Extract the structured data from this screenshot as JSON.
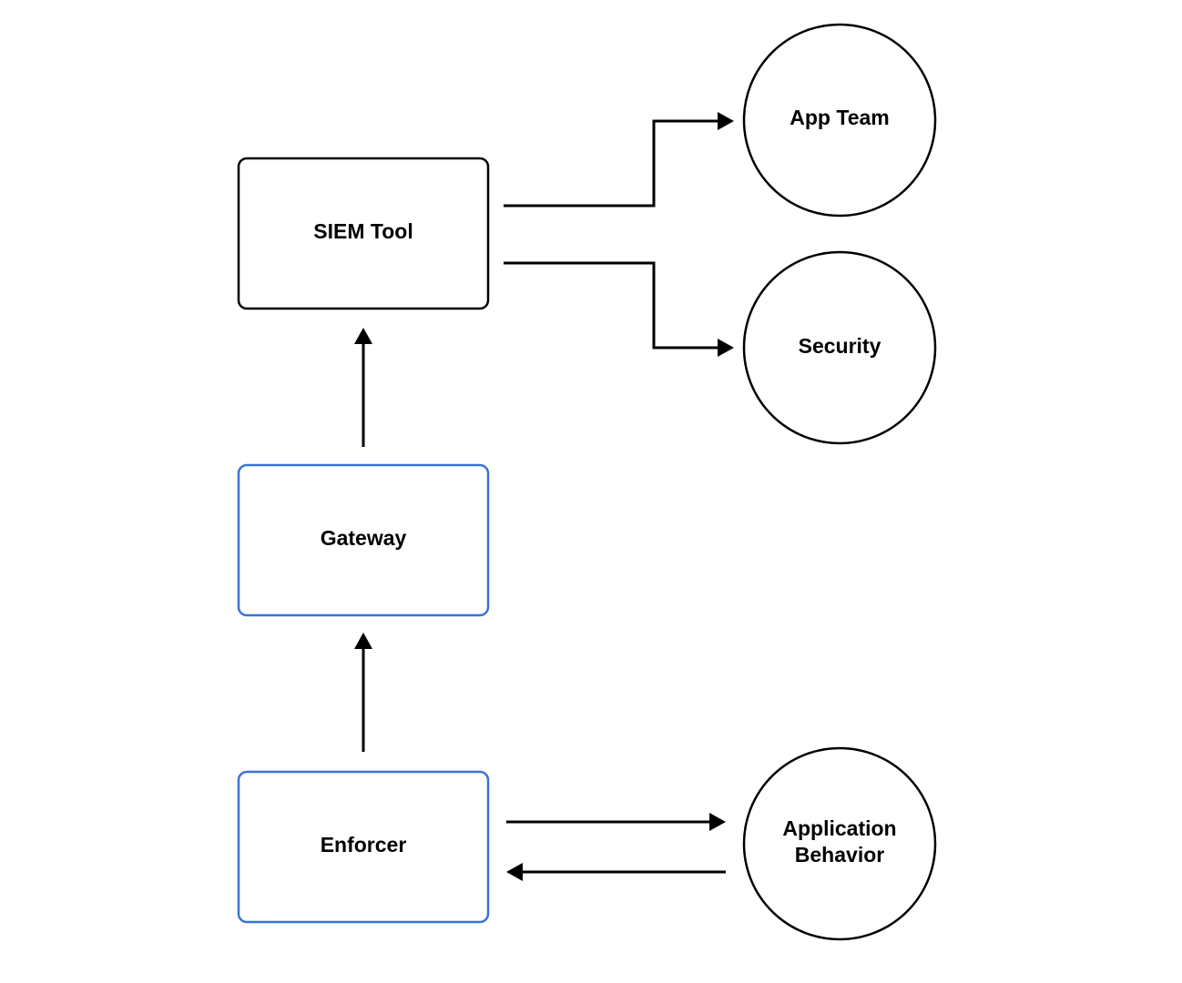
{
  "colors": {
    "default_stroke": "#000000",
    "accent_stroke": "#3b73d3",
    "background": "#ffffff"
  },
  "nodes": {
    "siem_tool": {
      "label": "SIEM Tool",
      "shape": "rounded-rectangle",
      "stroke": "default"
    },
    "gateway": {
      "label": "Gateway",
      "shape": "rounded-rectangle",
      "stroke": "accent"
    },
    "enforcer": {
      "label": "Enforcer",
      "shape": "rounded-rectangle",
      "stroke": "accent"
    },
    "app_team": {
      "label": "App Team",
      "shape": "circle"
    },
    "security": {
      "label": "Security",
      "shape": "circle"
    },
    "application_behavior": {
      "label_lines": [
        "Application",
        "Behavior"
      ],
      "shape": "circle"
    }
  },
  "edges": [
    {
      "from": "enforcer",
      "to": "gateway"
    },
    {
      "from": "gateway",
      "to": "siem_tool"
    },
    {
      "from": "siem_tool",
      "to": "app_team"
    },
    {
      "from": "siem_tool",
      "to": "security"
    },
    {
      "from": "enforcer",
      "to": "application_behavior"
    },
    {
      "from": "application_behavior",
      "to": "enforcer"
    }
  ]
}
